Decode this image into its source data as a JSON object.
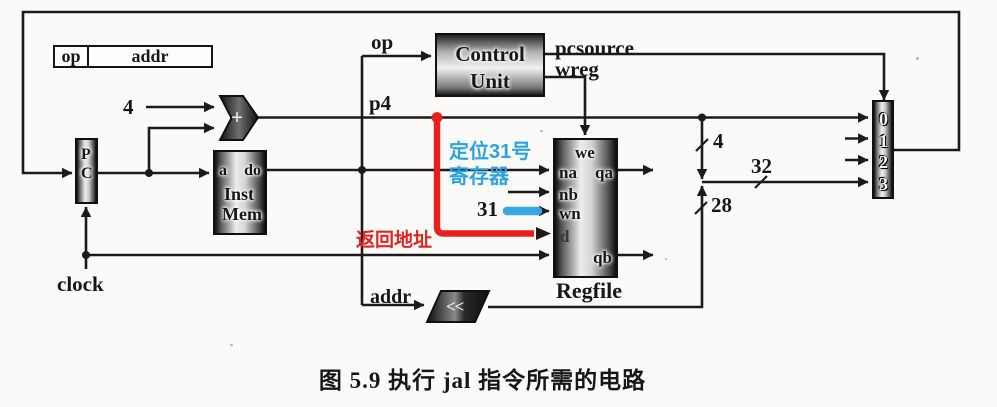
{
  "colors": {
    "wire": "#1b1b1b",
    "annotation_red": "#e8201c",
    "annotation_cyan": "#38a7e0",
    "background": "#fbfaf8"
  },
  "instruction_box": {
    "op": "op",
    "addr": "addr"
  },
  "labels": {
    "adder_input": "4",
    "p4": "p4",
    "op": "op",
    "pcsource": "pcsource",
    "wreg": "wreg",
    "bus4": "4",
    "bus32": "32",
    "bus28": "28",
    "clock": "clock",
    "addr": "addr",
    "reg31": "31"
  },
  "blocks": {
    "pc": {
      "letter1": "P",
      "letter2": "C"
    },
    "inst_mem": {
      "port_a": "a",
      "port_do": "do",
      "name1": "Inst",
      "name2": "Mem"
    },
    "control_unit": {
      "name1": "Control",
      "name2": "Unit"
    },
    "adder": {
      "symbol": "+"
    },
    "shifter": {
      "symbol": "<<"
    },
    "regfile": {
      "caption": "Regfile",
      "port_we": "we",
      "port_na": "na",
      "port_nb": "nb",
      "port_wn": "wn",
      "port_d": "d",
      "port_qa": "qa",
      "port_qb": "qb"
    },
    "mux": {
      "in0": "0",
      "in1": "1",
      "in2": "2",
      "in3": "3"
    }
  },
  "annotations": {
    "locate_line1": "定位31号",
    "locate_line2": "寄存器",
    "return_addr": "返回地址"
  },
  "caption": "图 5.9  执行 jal 指令所需的电路"
}
